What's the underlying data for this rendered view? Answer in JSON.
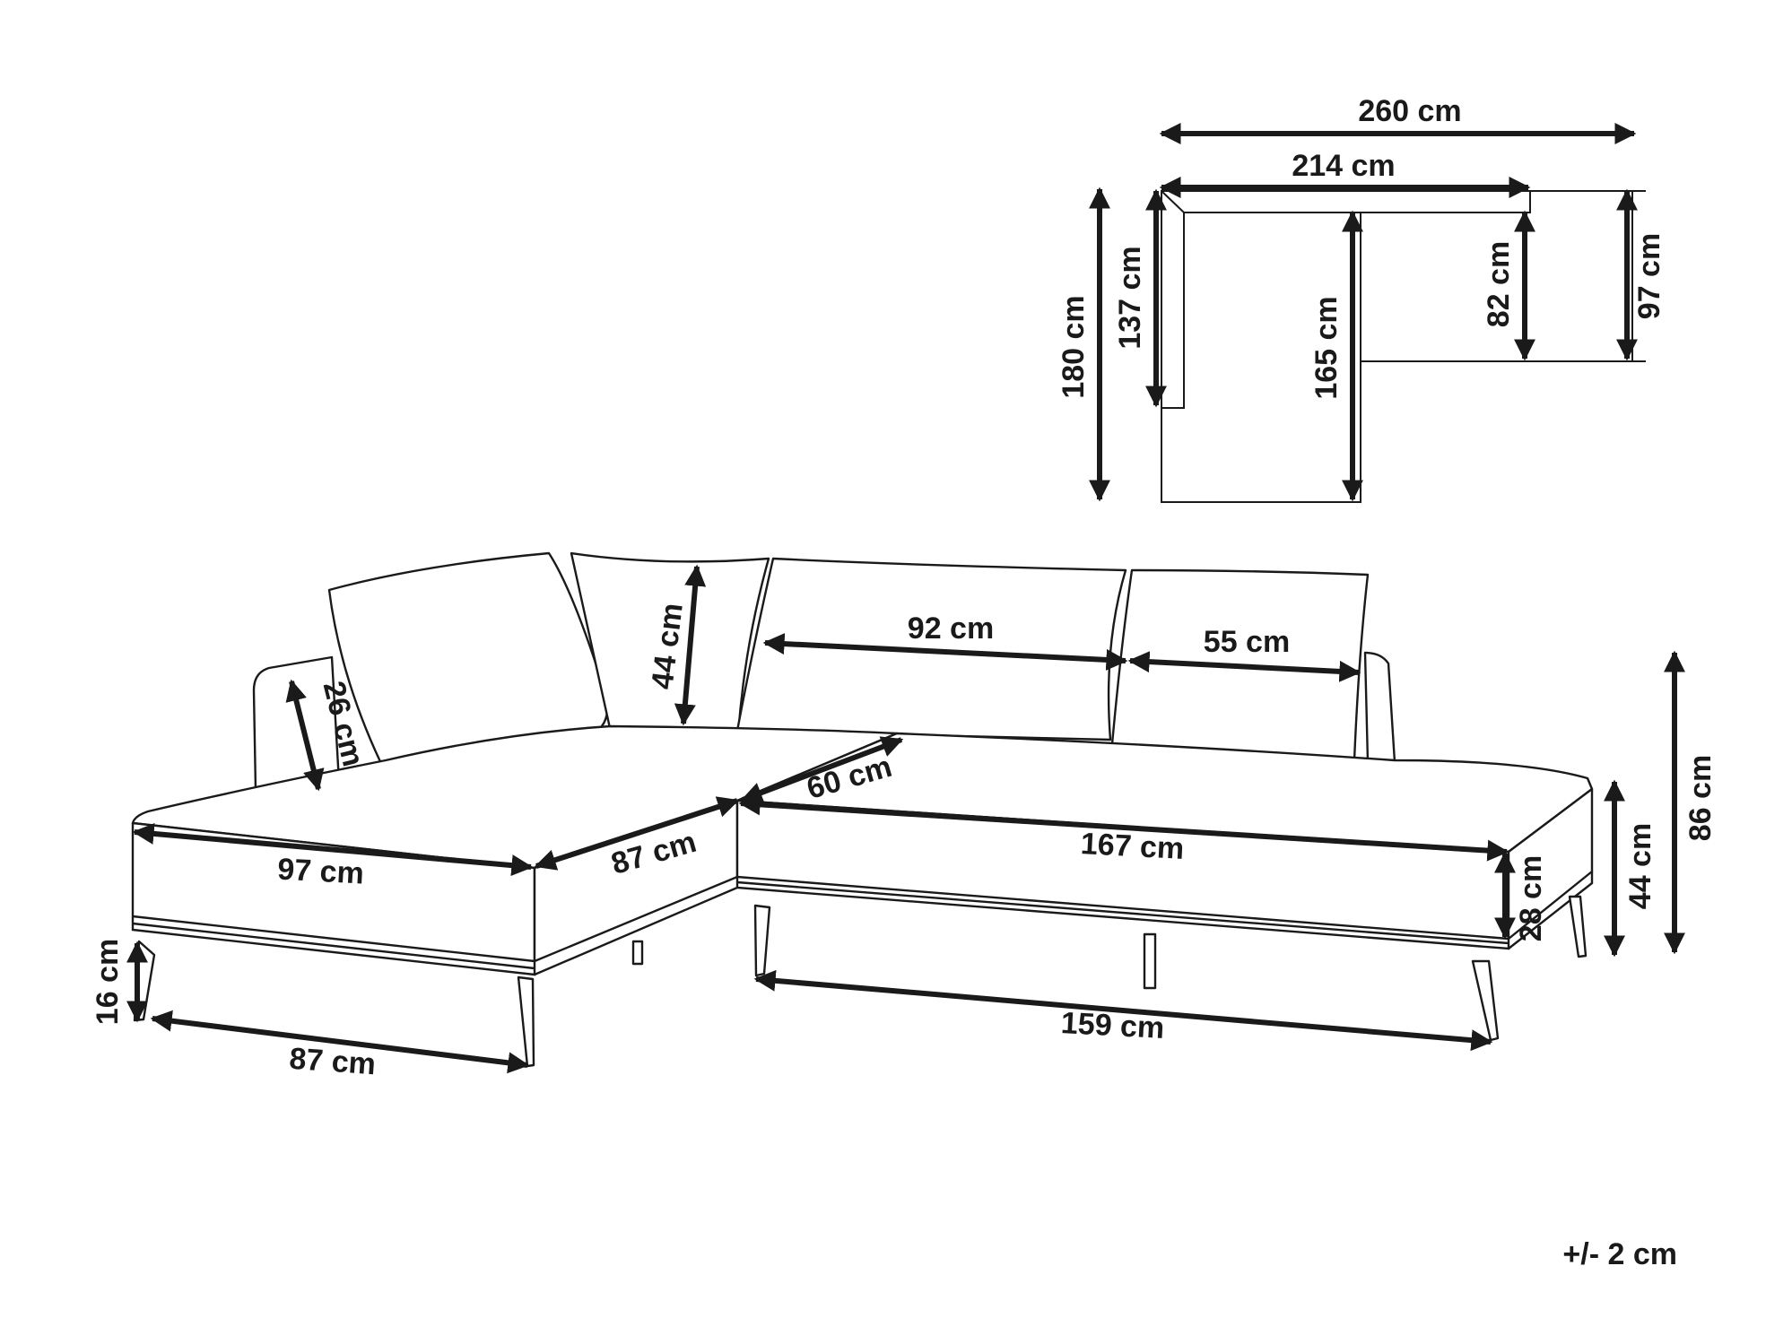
{
  "plan_view": {
    "overall_width": "260 cm",
    "back_width": "214 cm",
    "overall_depth": "180 cm",
    "left_depth": "137 cm",
    "chaise_depth": "165 cm",
    "seat_depth": "82 cm",
    "right_depth": "97 cm"
  },
  "side_view": {
    "back_height": "44 cm",
    "armrest_height": "26 cm",
    "cushion_width_large": "92 cm",
    "cushion_width_small": "55 cm",
    "seat_depth": "60 cm",
    "chaise_front_width": "97 cm",
    "chaise_side_width": "87 cm",
    "seat_length": "167 cm",
    "seat_height": "28 cm",
    "total_seat_height": "44 cm",
    "total_height": "86 cm",
    "leg_height": "16 cm",
    "chaise_leg_span": "87 cm",
    "main_leg_span": "159 cm"
  },
  "tolerance_note": "+/- 2 cm",
  "colors": {
    "line": "#1a1a1a",
    "background": "#ffffff"
  }
}
